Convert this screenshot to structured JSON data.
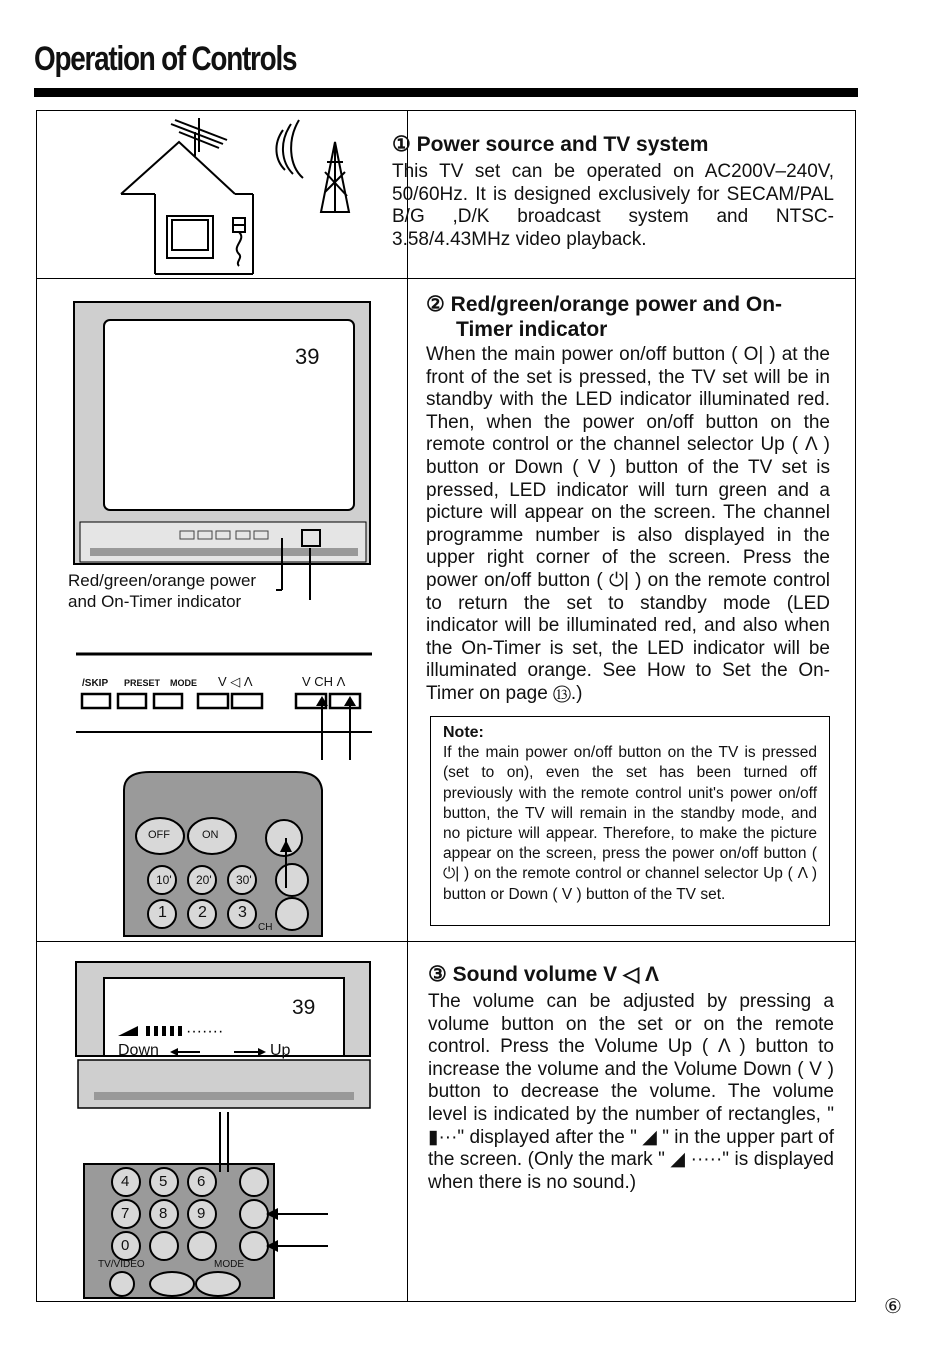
{
  "page": {
    "title": "Operation of Controls",
    "page_number": "⑥"
  },
  "section1": {
    "heading": "① Power source and TV system",
    "body": "This TV set can be operated on AC200V–240V, 50/60Hz. It is designed exclusively for SECAM/PAL B/G ,D/K broadcast system and NTSC-3.58/4.43MHz video playback."
  },
  "section2": {
    "heading_line1": "② Red/green/orange power and On-",
    "heading_line2": "Timer indicator",
    "body": "When the main power on/off button ( O| ) at the front of the set is pressed, the TV set will be in standby with the LED indicator illuminated red. Then, when the power on/off button on the remote control or the channel selector Up ( Λ ) button or Down ( V ) button of the TV set is pressed, LED indicator will turn green and a picture will appear on the screen. The channel programme number is also displayed in the upper right corner of the screen. Press the power on/off button ( ⏻| ) on the remote control to return the set to standby mode (LED indicator will be illuminated red, and also when the On-Timer is set, the LED indicator will be illuminated orange. See How to Set the On-Timer on page ⑬.)"
  },
  "note": {
    "label": "Note:",
    "body": "If the main power on/off button on the TV is pressed (set to on), even the set has been turned off previously with the remote control unit's power on/off button, the TV will remain in the standby mode, and no picture will appear. Therefore, to make the picture appear on the screen, press the power on/off button ( ⏻| ) on the remote control or channel selector Up ( Λ ) button or Down ( V ) button of the TV set."
  },
  "section3": {
    "heading": "③ Sound volume V ◁ Λ",
    "body": "The volume can be adjusted by pressing a volume button on the set or on the remote control. Press the Volume Up ( Λ ) button to increase the volume and the Volume Down ( V ) button to decrease the volume. The volume level is indicated by the number of rectangles, \" ▮···\" displayed after the \" ◢ \" in the upper part of the screen. (Only the mark \" ◢ ·····\" is displayed when there is no sound.)"
  },
  "figure_tv1": {
    "channel": "39",
    "caption_line1": "Red/green/orange power",
    "caption_line2": "and On-Timer indicator"
  },
  "figure_panel": {
    "label_skip": "/SKIP",
    "label_preset": "PRESET",
    "label_mode": "MODE",
    "label_volume": "V ◁ Λ",
    "label_ch": "V CH Λ"
  },
  "figure_remote1": {
    "btn_off": "OFF",
    "btn_on": "ON",
    "btn_10": "10'",
    "btn_20": "20'",
    "btn_30": "30'",
    "btn_1": "1",
    "btn_2": "2",
    "btn_3": "3",
    "label_ch": "CH"
  },
  "figure_tv2": {
    "channel": "39",
    "label_down": "Down",
    "label_up": "Up"
  },
  "figure_remote2": {
    "btn_4": "4",
    "btn_5": "5",
    "btn_6": "6",
    "btn_7": "7",
    "btn_8": "8",
    "btn_9": "9",
    "btn_0": "0",
    "label_tvvideo": "TV/VIDEO",
    "label_mode": "MODE"
  }
}
